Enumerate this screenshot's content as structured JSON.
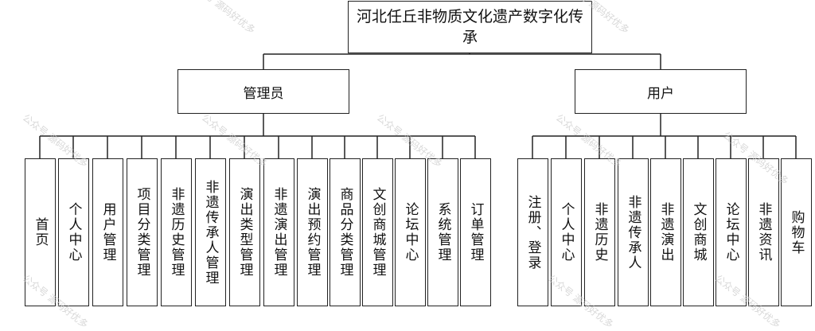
{
  "root": {
    "title": "河北任丘非物质文化遗产数字化传承"
  },
  "groups": [
    {
      "label": "管理员",
      "items": [
        "首页",
        "个人中心",
        "用户管理",
        "项目分类管理",
        "非遗历史管理",
        "非遗传承人管理",
        "演出类型管理",
        "非遗演出管理",
        "演出预约管理",
        "商品分类管理",
        "文创商城管理",
        "论坛中心",
        "系统管理",
        "订单管理"
      ]
    },
    {
      "label": "用户",
      "items": [
        "注册、登录",
        "个人中心",
        "非遗历史",
        "非遗传承人",
        "非遗演出",
        "文创商城",
        "论坛中心",
        "非遗资讯",
        "购物车"
      ]
    }
  ],
  "watermark": "公众号 源码好优多",
  "colors": {
    "line": "#222222",
    "box_border": "#222222",
    "watermark": "#c8c8c8"
  }
}
